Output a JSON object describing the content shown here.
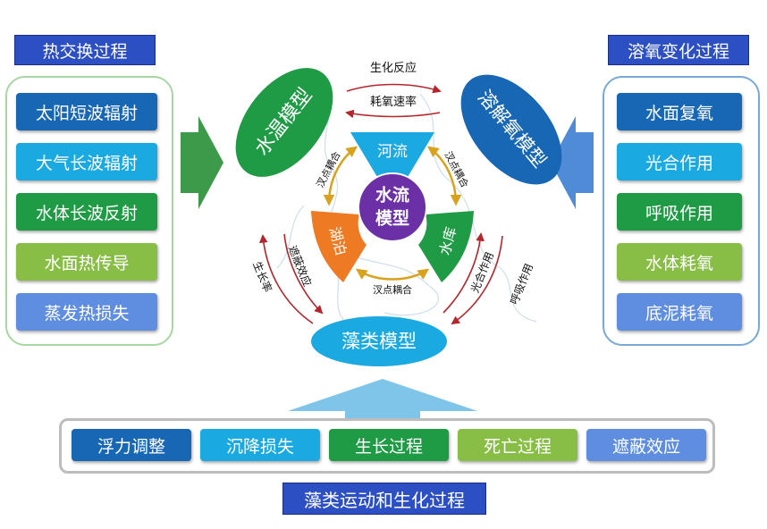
{
  "left_panel": {
    "title": "热交换过程",
    "items": [
      "太阳短波辐射",
      "大气长波辐射",
      "水体长波反射",
      "水面热传导",
      "蒸发热损失"
    ]
  },
  "right_panel": {
    "title": "溶氧变化过程",
    "items": [
      "水面复氧",
      "光合作用",
      "呼吸作用",
      "水体耗氧",
      "底泥耗氧"
    ]
  },
  "bottom_panel": {
    "title": "藻类运动和生化过程",
    "items": [
      "浮力调整",
      "沉降损失",
      "生长过程",
      "死亡过程",
      "遮蔽效应"
    ]
  },
  "center": {
    "core": [
      "水流",
      "模型"
    ],
    "sectors": {
      "river": "河流",
      "lake": "湖泊",
      "reservoir": "水库"
    },
    "couplings": {
      "left": "汊点耦合",
      "right": "汊点耦合",
      "bottom": "汊点耦合"
    }
  },
  "models": {
    "temperature": "水温模型",
    "oxygen": "溶解氧模型",
    "algae": "藻类模型"
  },
  "arrow_labels": {
    "top_upper": "生化反应",
    "top_lower": "耗氧速率",
    "left_inner": "遮蔽效应",
    "left_outer": "生长率",
    "right_inner": "光合作用",
    "right_outer": "呼吸作用"
  },
  "colors": {
    "title_blue": "#2c4fc4",
    "navy": "#1767b5",
    "cyan": "#1aa9e0",
    "green": "#1f9a45",
    "light_green": "#88be45",
    "light_blue": "#5f8ee0",
    "center_purple": "#6b2fa6",
    "lake_orange": "#ee7a23",
    "arrow_red": "#b5262c"
  }
}
